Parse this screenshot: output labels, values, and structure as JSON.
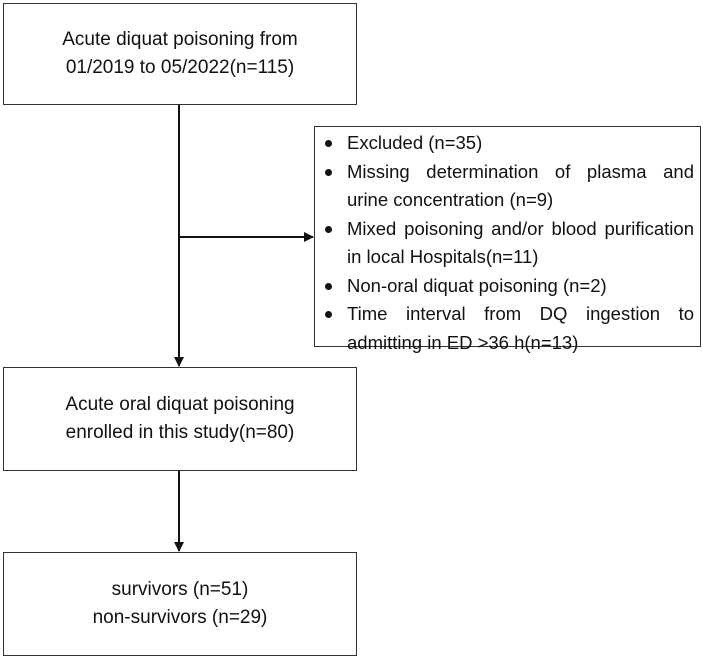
{
  "top_box": {
    "line1": "Acute diquat poisoning from",
    "line2": "01/2019 to 05/2022(n=115)"
  },
  "exclusion_box": {
    "items": [
      "Excluded (n=35)",
      "Missing determination of plasma and urine concentration (n=9)",
      "Mixed poisoning and/or blood purification in local Hospitals(n=11)",
      "Non-oral diquat poisoning (n=2)",
      "Time interval from DQ ingestion to admitting in ED >36 h(n=13)"
    ]
  },
  "middle_box": {
    "line1": "Acute oral diquat poisoning",
    "line2": "enrolled in this study(n=80)"
  },
  "bottom_box": {
    "line1": "survivors (n=51)",
    "line2": "non-survivors (n=29)"
  }
}
